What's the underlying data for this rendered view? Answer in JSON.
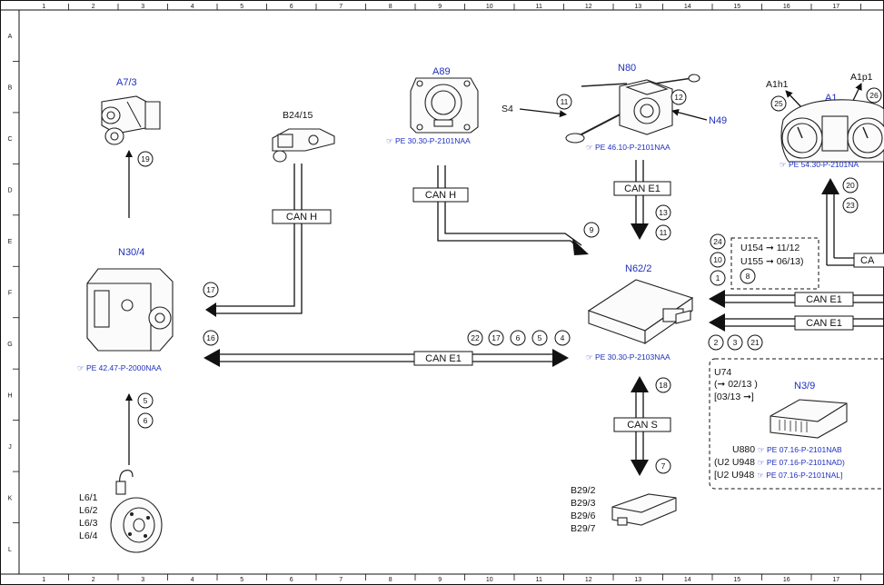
{
  "grid": {
    "columns": [
      "1",
      "2",
      "3",
      "4",
      "5",
      "6",
      "7",
      "8",
      "9",
      "10",
      "11",
      "12",
      "13",
      "14",
      "15",
      "16",
      "17"
    ],
    "rows": [
      "A",
      "B",
      "C",
      "D",
      "E",
      "F",
      "G",
      "H",
      "J",
      "K",
      "L"
    ]
  },
  "components": {
    "a7_3": "A7/3",
    "b24_15": "B24/15",
    "a89": "A89",
    "n80": "N80",
    "s4": "S4",
    "n49": "N49",
    "a1": "A1",
    "a1h1": "A1h1",
    "a1p1": "A1p1",
    "n30_4": "N30/4",
    "n62_2": "N62/2",
    "n3_9": "N3/9",
    "l6": [
      "L6/1",
      "L6/2",
      "L6/3",
      "L6/4"
    ],
    "b29": [
      "B29/2",
      "B29/3",
      "B29/6",
      "B29/7"
    ]
  },
  "bus_labels": {
    "can_h_b24": "CAN H",
    "can_h_a89": "CAN H",
    "can_e1_n80": "CAN E1",
    "can_e1_main": "CAN E1",
    "can_e1_right1": "CAN E1",
    "can_e1_right2": "CAN E1",
    "can_s": "CAN S",
    "can_a1_partial": "CA"
  },
  "references": {
    "a89": "PE 30.30-P-2101NAA",
    "n80": "PE 46.10-P-2101NAA",
    "a1": "PE 54.30-P-2101NA",
    "n30_4": "PE 42.47-P-2000NAA",
    "n62_2": "PE 30.30-P-2103NAA",
    "n3_9_rows": [
      {
        "prefix": "U880",
        "ref": "PE 07.16-P-2101NAB"
      },
      {
        "prefix": "(U2  U948",
        "ref": "PE 07.16-P-2101NAD)"
      },
      {
        "prefix": "[U2  U948",
        "ref": "PE 07.16-P-2101NAL]"
      }
    ]
  },
  "notes": {
    "u154": "U154",
    "u154_val": "11/12",
    "u155": "U155",
    "u155_val": "06/13)",
    "u74": "U74",
    "u74_l1a": "(",
    "u74_l1b": "02/13 )",
    "u74_l2a": "[03/13",
    "u74_l2b": "]"
  },
  "footnotes": {
    "n19": "19",
    "n17": "17",
    "n16": "16",
    "n5": "5",
    "n6": "6",
    "n11a": "11",
    "n12": "12",
    "n25": "25",
    "n26": "26",
    "n20": "20",
    "n23": "23",
    "n13": "13",
    "n11b": "11",
    "n9": "9",
    "n24": "24",
    "n10": "10",
    "n1": "1",
    "n8": "8",
    "n22": "22",
    "n17b": "17",
    "n6b": "6",
    "n5b": "5",
    "n4": "4",
    "n2": "2",
    "n3": "3",
    "n21": "21",
    "n18": "18",
    "n7": "7"
  }
}
